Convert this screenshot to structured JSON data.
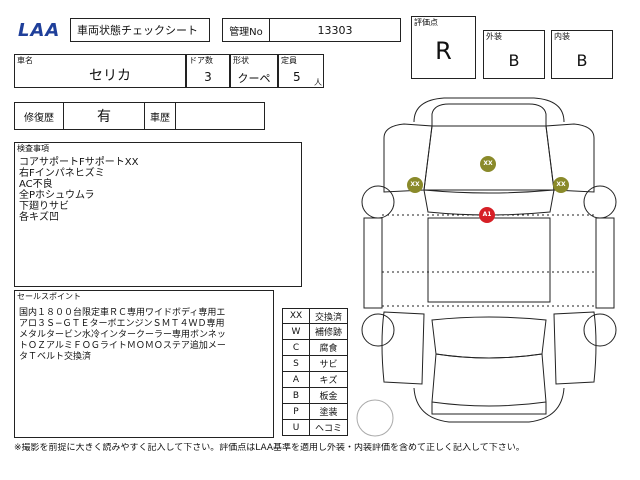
{
  "header": {
    "logo": "LAA",
    "title": "車両状態チェックシート",
    "kanri_label": "管理No",
    "kanri_no": "13303"
  },
  "ratings": {
    "score_label": "評価点",
    "score": "R",
    "exterior_label": "外装",
    "exterior": "B",
    "interior_label": "内装",
    "interior": "B"
  },
  "vehicle": {
    "name_label": "車名",
    "name": "セリカ",
    "doors_label": "ドア数",
    "doors": "3",
    "shape_label": "形状",
    "shape": "クーペ",
    "capacity_label": "定員",
    "capacity": "5",
    "capacity_unit": "人"
  },
  "history": {
    "repair_label": "修復歴",
    "repair_value": "有",
    "car_history_label": "車歴",
    "car_history_value": ""
  },
  "inspection": {
    "label": "検査事項",
    "lines": [
      "コアサポートFサポートXX",
      "右Fインパネヒズミ",
      "AC不良",
      "全Pホシュウムラ",
      "下廻りサビ",
      "各キズ凹"
    ]
  },
  "sales": {
    "label": "セールスポイント",
    "lines": [
      "国内１８００台限定車ＲＣ専用ワイドボディ専用エ",
      "アロ３Ｓ−ＧＴＥターボエンジンＳＭＴ４ＷＤ専用",
      "メタルタービン水冷インタークーラー専用ボンネッ",
      "トＯＺアルミＦＯＧライトＭＯＭＯステア追加メー",
      "タＴベルト交換済"
    ]
  },
  "legend": [
    {
      "code": "XX",
      "desc": "交換済"
    },
    {
      "code": "W",
      "desc": "補修跡"
    },
    {
      "code": "C",
      "desc": "腐食"
    },
    {
      "code": "S",
      "desc": "サビ"
    },
    {
      "code": "A",
      "desc": "キズ"
    },
    {
      "code": "B",
      "desc": "板金"
    },
    {
      "code": "P",
      "desc": "塗装"
    },
    {
      "code": "U",
      "desc": "ヘコミ"
    }
  ],
  "markers": [
    {
      "label": "XX",
      "color": "#8a8a2a"
    },
    {
      "label": "XX",
      "color": "#8a8a2a"
    },
    {
      "label": "XX",
      "color": "#8a8a2a"
    },
    {
      "label": "A1",
      "color": "#d61f26"
    }
  ],
  "footer": {
    "note": "※撮影を前提に大きく読みやすく記入して下さい。評価点はLAA基準を適用し外装・内装評価を含めて正しく記入して下さい。"
  },
  "colors": {
    "logo_blue": "#1f3f9a",
    "marker_olive": "#8a8a2a",
    "marker_red": "#d61f26"
  }
}
